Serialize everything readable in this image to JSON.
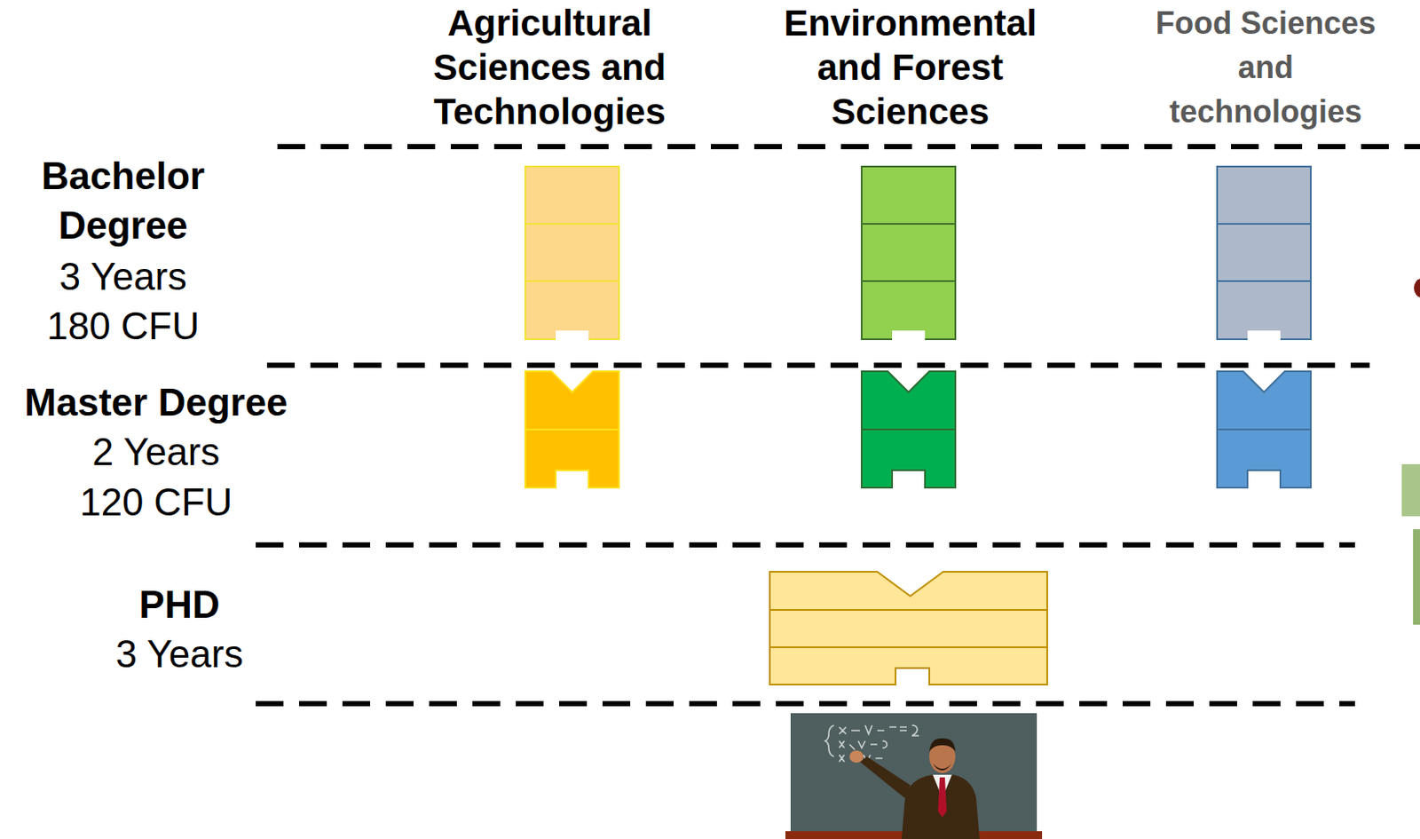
{
  "diagram": {
    "labels": [
      "Agricultural Sciences and Technologies",
      "Environmental and Forest Sciences",
      "Food Sciences and technologies",
      "Bachelor Degree",
      "3 Years",
      "180 CFU",
      "Master Degree",
      "2 Years",
      "120 CFU",
      "PHD",
      "3 Years"
    ]
  }
}
